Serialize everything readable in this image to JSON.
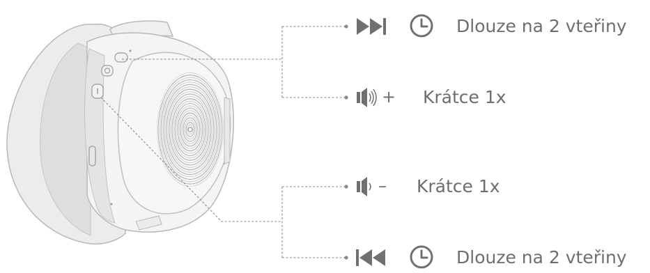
{
  "callouts": [
    {
      "id": "next-track",
      "icon": "skip-forward-icon",
      "timer_icon": "clock-icon",
      "text": "Dlouze na 2 vteřiny"
    },
    {
      "id": "volume-up",
      "icon": "volume-up-icon",
      "symbol": "+",
      "text": "Krátce 1x"
    },
    {
      "id": "volume-down",
      "icon": "volume-down-icon",
      "symbol": "–",
      "text": "Krátce 1x"
    },
    {
      "id": "previous-track",
      "icon": "skip-back-icon",
      "timer_icon": "clock-icon",
      "text": "Dlouze na 2 vteřiny"
    }
  ],
  "colors": {
    "icon": "#707070",
    "text": "#6e6e6e",
    "leader_line": "#8a8a8a",
    "device_outline": "#b8b8b8",
    "device_fill": "#ededed"
  }
}
